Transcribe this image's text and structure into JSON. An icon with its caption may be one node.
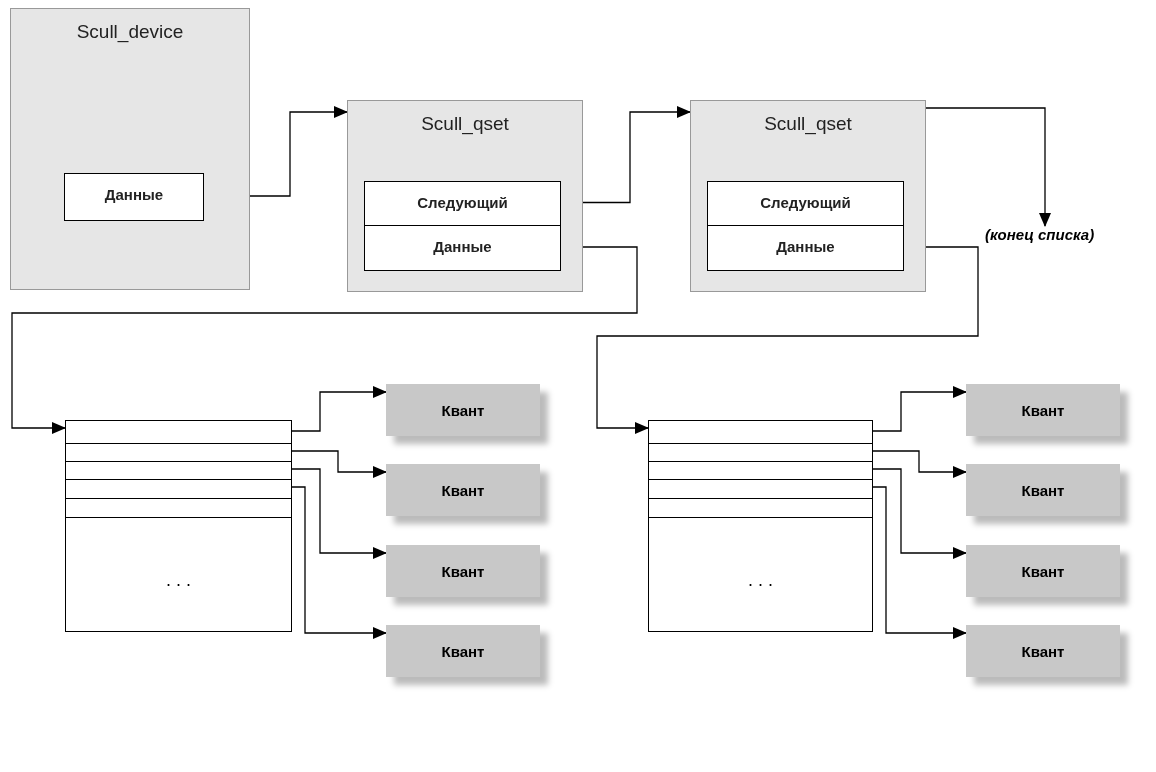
{
  "diagram": {
    "nodes": [
      {
        "text": [
          "Scull_device"
        ]
      },
      {
        "text": [
          "Данные"
        ],
        "in": 0
      },
      {
        "text": [
          "Scull_qset"
        ]
      },
      {
        "text": [
          "Следующий"
        ],
        "in": 2
      },
      {
        "text": [
          "Данные"
        ],
        "in": 2
      },
      {
        "text": [
          "Scull_qset"
        ]
      },
      {
        "text": [
          "Следующий"
        ],
        "in": 5
      },
      {
        "text": [
          "Данные"
        ],
        "in": 5
      },
      {
        "text": [
          "(конец списка)"
        ]
      },
      {
        "text": [
          ". . ."
        ]
      },
      {
        "text": [
          "Квант"
        ]
      },
      {
        "text": [
          "Квант"
        ]
      },
      {
        "text": [
          "Квант"
        ]
      },
      {
        "text": [
          "Квант"
        ]
      },
      {
        "text": [
          ". . ."
        ]
      },
      {
        "text": [
          "Квант"
        ]
      },
      {
        "text": [
          "Квант"
        ]
      },
      {
        "text": [
          "Квант"
        ]
      },
      {
        "text": [
          "Квант"
        ]
      }
    ],
    "edges": [
      {
        "from": 1,
        "to": 2,
        "arrow": "to"
      },
      {
        "from": 3,
        "to": 5,
        "arrow": "to"
      },
      {
        "from": 6,
        "to": 8,
        "arrow": "to"
      },
      {
        "from": 4,
        "to": 9,
        "arrow": "to"
      },
      {
        "from": 7,
        "to": 14,
        "arrow": "to"
      },
      {
        "from": 9,
        "to": 10,
        "arrow": "to"
      },
      {
        "from": 9,
        "to": 11,
        "arrow": "to"
      },
      {
        "from": 9,
        "to": 12,
        "arrow": "to"
      },
      {
        "from": 9,
        "to": 13,
        "arrow": "to"
      },
      {
        "from": 14,
        "to": 15,
        "arrow": "to"
      },
      {
        "from": 14,
        "to": 16,
        "arrow": "to"
      },
      {
        "from": 14,
        "to": 17,
        "arrow": "to"
      },
      {
        "from": 14,
        "to": 18,
        "arrow": "to"
      }
    ]
  }
}
